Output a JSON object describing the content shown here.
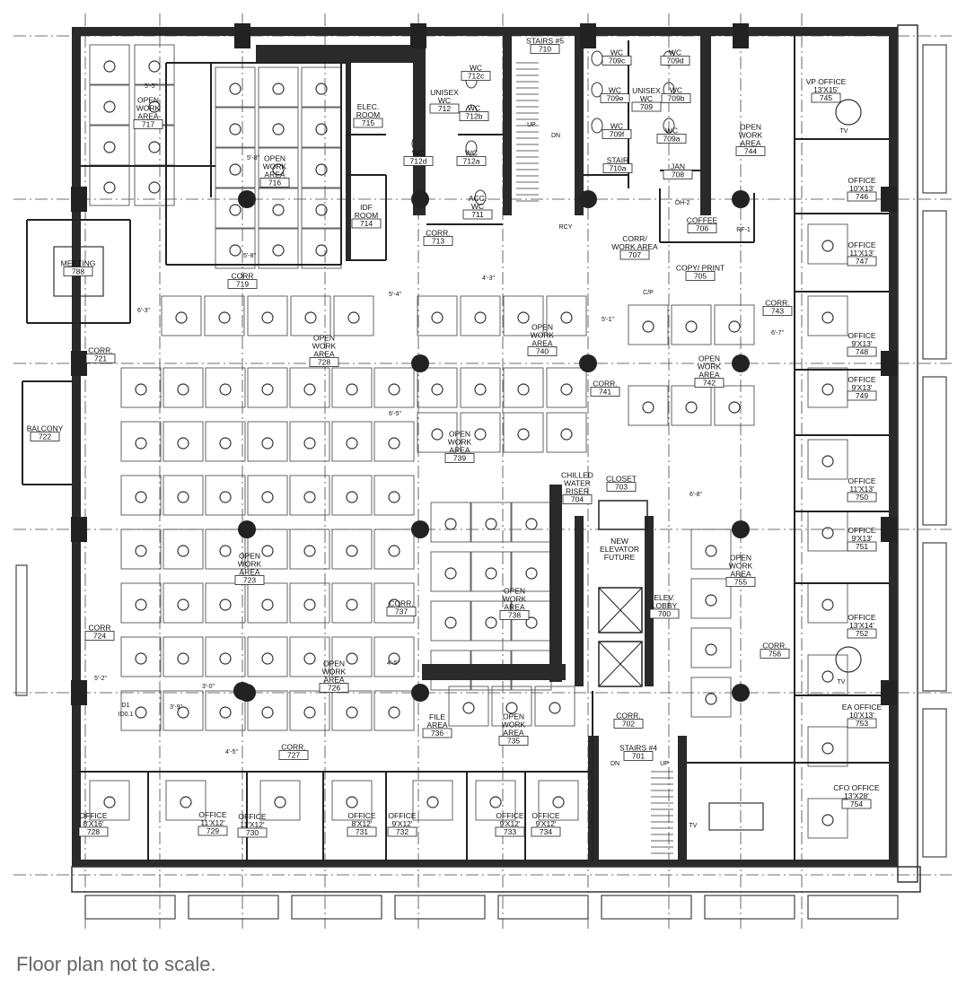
{
  "caption": "Floor plan not to scale.",
  "rooms": [
    {
      "label": [
        "OPEN",
        "WORK",
        "AREA"
      ],
      "num": "717"
    },
    {
      "label": [
        "OPEN",
        "WORK",
        "AREA"
      ],
      "num": "716"
    },
    {
      "label": [
        "ELEC.",
        "ROOM"
      ],
      "num": "715"
    },
    {
      "label": [
        "IDF",
        "ROOM"
      ],
      "num": "714"
    },
    {
      "label": [
        "UNISEX",
        "WC"
      ],
      "num": "712"
    },
    {
      "label": [
        "WC"
      ],
      "num": "712c"
    },
    {
      "label": [
        "WC"
      ],
      "num": "712b"
    },
    {
      "label": [
        "WC"
      ],
      "num": "712d"
    },
    {
      "label": [
        "WC"
      ],
      "num": "712a"
    },
    {
      "label": [
        "ACC.",
        "WC"
      ],
      "num": "711"
    },
    {
      "label": [
        "CORR."
      ],
      "num": "713"
    },
    {
      "label": [
        "STAIRS #5"
      ],
      "num": "710"
    },
    {
      "label": [
        "WC"
      ],
      "num": "709d"
    },
    {
      "label": [
        "WC"
      ],
      "num": "709c"
    },
    {
      "label": [
        "WC"
      ],
      "num": "709e"
    },
    {
      "label": [
        "UNISEX",
        "WC"
      ],
      "num": "709"
    },
    {
      "label": [
        "WC"
      ],
      "num": "709b"
    },
    {
      "label": [
        "WC"
      ],
      "num": "709f"
    },
    {
      "label": [
        "WC"
      ],
      "num": "709a"
    },
    {
      "label": [
        "STAIR"
      ],
      "num": "710a"
    },
    {
      "label": [
        "JAN"
      ],
      "num": "708"
    },
    {
      "label": [
        "OPEN",
        "WORK",
        "AREA"
      ],
      "num": "744"
    },
    {
      "label": [
        "VP OFFICE",
        "13'X15'"
      ],
      "num": "745"
    },
    {
      "label": [
        "OFFICE",
        "10'X13'"
      ],
      "num": "746"
    },
    {
      "label": [
        "COFFEE"
      ],
      "num": "706"
    },
    {
      "label": [
        "CORR/",
        "WORK AREA"
      ],
      "num": "707"
    },
    {
      "label": [
        "COPY/ PRINT"
      ],
      "num": "705"
    },
    {
      "label": [
        "MEETING"
      ],
      "num": "788"
    },
    {
      "label": [
        "CORR"
      ],
      "num": "719"
    },
    {
      "label": [
        "CORR."
      ],
      "num": "721"
    },
    {
      "label": [
        "BALCONY"
      ],
      "num": "722"
    },
    {
      "label": [
        "OPEN",
        "WORK",
        "AREA"
      ],
      "num": "728"
    },
    {
      "label": [
        "OPEN",
        "WORK",
        "AREA"
      ],
      "num": "740"
    },
    {
      "label": [
        "CORR."
      ],
      "num": "741"
    },
    {
      "label": [
        "OPEN",
        "WORK",
        "AREA"
      ],
      "num": "742"
    },
    {
      "label": [
        "CORR."
      ],
      "num": "743"
    },
    {
      "label": [
        "OFFICE",
        "11'X13'"
      ],
      "num": "747"
    },
    {
      "label": [
        "OFFICE",
        "9'X13'"
      ],
      "num": "748"
    },
    {
      "label": [
        "OFFICE",
        "9'X13'"
      ],
      "num": "749"
    },
    {
      "label": [
        "OFFICE",
        "11'X13'"
      ],
      "num": "750"
    },
    {
      "label": [
        "OPEN",
        "WORK",
        "AREA"
      ],
      "num": "739"
    },
    {
      "label": [
        "CHILLED",
        "WATER",
        "RISER"
      ],
      "num": "704"
    },
    {
      "label": [
        "CLOSET"
      ],
      "num": "703"
    },
    {
      "label": [
        "OPEN",
        "WORK",
        "AREA"
      ],
      "num": "723"
    },
    {
      "label": [
        "NEW",
        "ELEVATOR",
        "FUTURE"
      ],
      "num": ""
    },
    {
      "label": [
        "ELEV.",
        "LOBBY"
      ],
      "num": "700"
    },
    {
      "label": [
        "OPEN",
        "WORK",
        "AREA"
      ],
      "num": "755"
    },
    {
      "label": [
        "OFFICE",
        "9'X13'"
      ],
      "num": "751"
    },
    {
      "label": [
        "OFFICE",
        "13'X14'"
      ],
      "num": "752"
    },
    {
      "label": [
        "CORR."
      ],
      "num": "737"
    },
    {
      "label": [
        "OPEN",
        "WORK",
        "AREA"
      ],
      "num": "738"
    },
    {
      "label": [
        "CORR"
      ],
      "num": "724"
    },
    {
      "label": [
        "OPEN",
        "WORK",
        "AREA"
      ],
      "num": "726"
    },
    {
      "label": [
        "CORR."
      ],
      "num": "756"
    },
    {
      "label": [
        "FILE",
        "AREA"
      ],
      "num": "736"
    },
    {
      "label": [
        "OPEN",
        "WORK",
        "AREA"
      ],
      "num": "735"
    },
    {
      "label": [
        "CORR."
      ],
      "num": "702"
    },
    {
      "label": [
        "EA OFFICE",
        "10'X13'"
      ],
      "num": "753"
    },
    {
      "label": [
        "CORR."
      ],
      "num": "727"
    },
    {
      "label": [
        "STAIRS #4"
      ],
      "num": "701"
    },
    {
      "label": [
        "OFFICE",
        "8'X16'"
      ],
      "num": "728"
    },
    {
      "label": [
        "OFFICE",
        "11'X12'"
      ],
      "num": "729"
    },
    {
      "label": [
        "OFFICE",
        "11'X12'"
      ],
      "num": "730"
    },
    {
      "label": [
        "OFFICE",
        "8'X12'"
      ],
      "num": "731"
    },
    {
      "label": [
        "OFFICE",
        "9'X12'"
      ],
      "num": "732"
    },
    {
      "label": [
        "OFFICE",
        "9'X12'"
      ],
      "num": "733"
    },
    {
      "label": [
        "OFFICE",
        "9'X12'"
      ],
      "num": "734"
    },
    {
      "label": [
        "CFO OFFICE",
        "13'X28'"
      ],
      "num": "754"
    }
  ],
  "notes": [
    "5'-5\"",
    "5'-8\"",
    "5'-8\"",
    "4'-3\"",
    "5'-4\"",
    "6'-3\"",
    "5'-1\"",
    "6'-7\"",
    "6'-5\"",
    "3'-0\"",
    "4'-5\"",
    "5'-2\"",
    "3'-9\"",
    "4'-5\"",
    "6'-8\""
  ],
  "tags": [
    "OH-2",
    "RF-1",
    "C/P",
    "RCY",
    "TV",
    "TV",
    "TV",
    "DN",
    "UP",
    "DN",
    "UP",
    "ID0.1",
    "D1"
  ]
}
